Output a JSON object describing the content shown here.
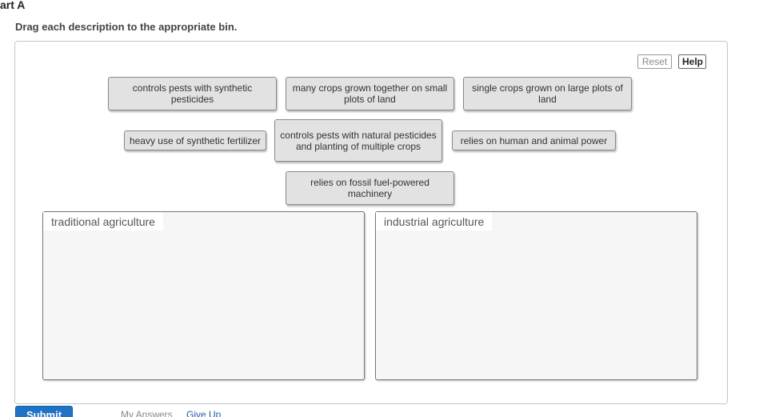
{
  "part_title": "art A",
  "instruction": "Drag each description to the appropriate bin.",
  "toolbar": {
    "reset_label": "Reset",
    "help_label": "Help"
  },
  "cards": [
    "controls pests with synthetic pesticides",
    "many crops grown together on small plots of land",
    "single crops grown on large plots of land",
    "heavy use of synthetic fertilizer",
    "controls pests with natural pesticides and planting of multiple crops",
    "relies on human and animal power",
    "relies on fossil fuel-powered machinery"
  ],
  "bins": [
    "traditional agriculture",
    "industrial agriculture"
  ],
  "footer": {
    "submit_label": "Submit",
    "my_answers_label": "My Answers",
    "give_up_label": "Give Up"
  },
  "colors": {
    "submit_background": "#1f73c6",
    "card_background": "#e2e2e2",
    "bin_background": "#f6f6f6",
    "link": "#1f5fa8"
  }
}
